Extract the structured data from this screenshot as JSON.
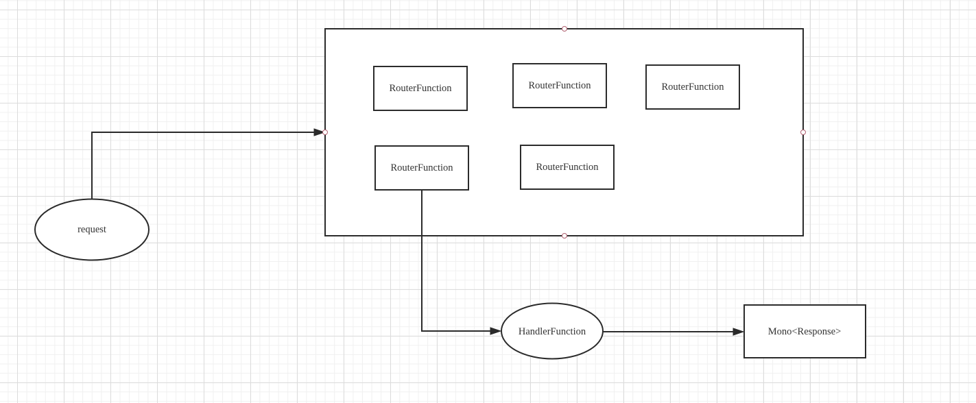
{
  "diagram": {
    "nodes": {
      "request": "request",
      "router_1": "RouterFunction",
      "router_2": "RouterFunction",
      "router_3": "RouterFunction",
      "router_4": "RouterFunction",
      "router_5": "RouterFunction",
      "handler": "HandlerFunction",
      "response": "Mono<Response>"
    }
  }
}
